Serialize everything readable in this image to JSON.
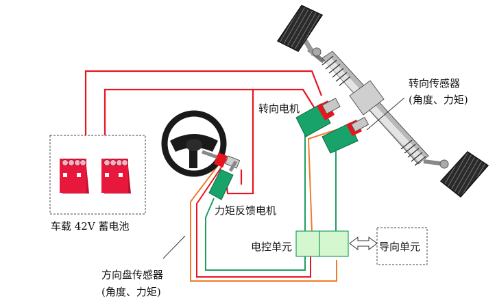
{
  "labels": {
    "battery": "车载 42V 蓄电池",
    "steering_motor": "转向电机",
    "torque_feedback_motor": "力矩反馈电机",
    "steering_sensor_title": "转向传感器",
    "steering_sensor_detail": "(角度、力矩)",
    "ecu": "电控单元",
    "guide_unit": "导向单元",
    "wheel_sensor_title": "方向盘传感器",
    "wheel_sensor_detail": "(角度、力矩)"
  },
  "colors": {
    "power_line": "#e8141e",
    "signal_orange": "#f07b2a",
    "signal_green": "#1f9e62",
    "component_green": "#18a36a",
    "battery_red": "#e8173c",
    "ecu_fill": "#d5f7d0"
  }
}
